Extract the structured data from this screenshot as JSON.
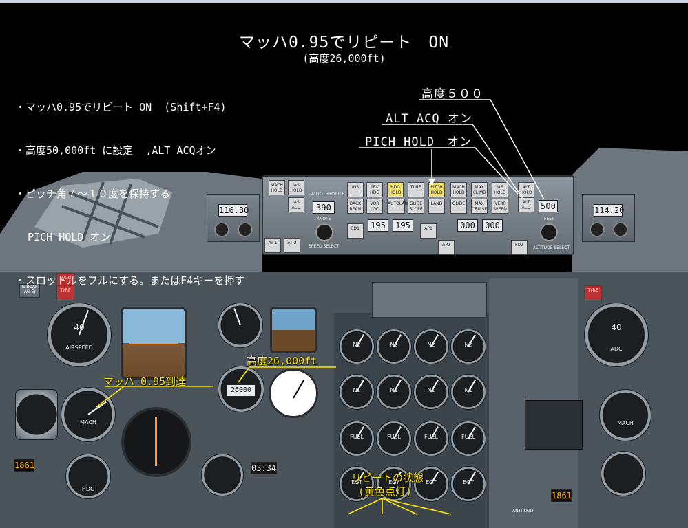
{
  "title": {
    "main": "マッハ0.95でリピート　ON",
    "sub": "(高度26,000ft)"
  },
  "notes": [
    "・マッハ0.95でリピート ON  (Shift+F4)",
    "・高度50,000ft に設定  ,ALT ACQオン",
    "・ピッチ角７～１０度を保持する",
    "  PICH HOLD オン",
    "・スロットルをフルにする。またはF4キーを押す"
  ],
  "callouts": {
    "altitude_500": "高度５００",
    "alt_acq_on": "ALT ACQ オン",
    "pich_hold_on": "PICH HOLD　オン"
  },
  "annotations": {
    "altitude_26000": "高度26,000ft",
    "mach_reached": "マッハ 0.95到達",
    "repeat_state": "リピートの状態",
    "yellow_lit": "(黄色点灯)"
  },
  "cockpit": {
    "nav_left": "116.30",
    "nav_right": "114.20",
    "autothrottle_label": "AUTOTHROTTLE",
    "speed_display": "390",
    "fd1_label": "FD1",
    "fd2_label": "FD2",
    "ap1_label": "AP1",
    "ap2_label": "AP2",
    "at1_label": "AT 1",
    "at2_label": "AT 2",
    "hdg1": "195",
    "hdg2": "195",
    "vs1": "000",
    "vs2": "000",
    "altitude_select": "500",
    "altitude_select_label": "ALTITUDE SELECT",
    "speed_select_label": "SPEED SELECT",
    "knots_label": "KNOTS",
    "feet_label": "FEET",
    "autoland_label": "AUTOLAND",
    "reg_label": "G-BOAF\nAG-EJ",
    "mcp_buttons": [
      "MACH\nHOLD",
      "IAS\nHOLD",
      "INS",
      "TRK\nHDG",
      "HDG\nHOLD",
      "TURB",
      "PITCH\nHOLD",
      "MACH\nHOLD",
      "MAX\nCLIMB",
      "IAS\nHOLD",
      "ALT\nHOLD",
      "IAS\nACQ",
      "BACK\nBEAM",
      "VOR\nLOC",
      "AUTOLAND",
      "GLIDE\nSLOPE",
      "LAND",
      "GLIDE",
      "MAX\nCRUISE",
      "VERT\nSPEED",
      "ALT\nACQ"
    ],
    "asi_readout": "40",
    "altimeter_readout": "26000",
    "engine_labels": [
      "N2",
      "N2",
      "N2",
      "N2",
      "N1",
      "N1",
      "N1",
      "N1",
      "FUEL",
      "FUEL",
      "FUEL",
      "FUEL",
      "EGT",
      "EGT",
      "EGT",
      "EGT"
    ],
    "dme_left": "1861",
    "dme_right": "1861",
    "clock": "03:34",
    "mach_label": "MACH",
    "airspeed_label": "AIRSPEED",
    "adc_label": "ADC",
    "hdg_label": "HDG",
    "antiskid_label": "ANTI-SKID",
    "mcc_label": "M/CG",
    "tyre_label": "TYRE"
  }
}
